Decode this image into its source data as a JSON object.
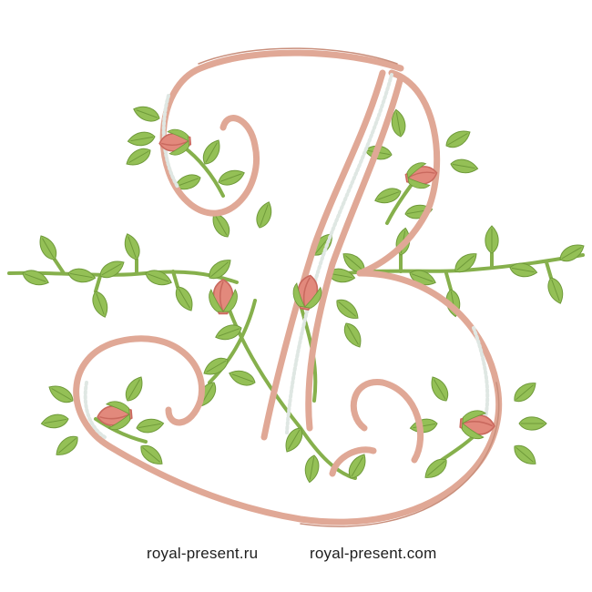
{
  "image": {
    "subject": "embroidered-monogram-letter-B-with-rosebuds",
    "colors": {
      "background": "#ffffff",
      "letter_stroke": "#e0a896",
      "letter_stroke_dark": "#c98f7c",
      "letter_inline": "#dfe7e3",
      "rosebud": "#e2897c",
      "rosebud_dark": "#c9695e",
      "leaf": "#94c056",
      "leaf_dark": "#6f9a3a",
      "stem": "#86b04c"
    }
  },
  "captions": {
    "left": "royal-present.ru",
    "right": "royal-present.com"
  }
}
